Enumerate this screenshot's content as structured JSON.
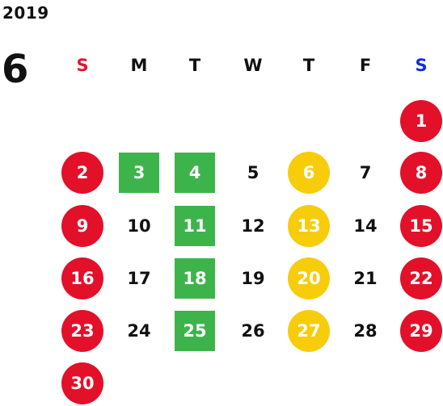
{
  "calendar": {
    "year": "2019",
    "month": "6",
    "weekdays": [
      {
        "label": "S",
        "color": "#e8112d"
      },
      {
        "label": "M",
        "color": "#111111"
      },
      {
        "label": "T",
        "color": "#111111"
      },
      {
        "label": "W",
        "color": "#111111"
      },
      {
        "label": "T",
        "color": "#111111"
      },
      {
        "label": "F",
        "color": "#111111"
      },
      {
        "label": "S",
        "color": "#1030e0"
      }
    ],
    "colors": {
      "holiday": "#e3102a",
      "green": "#3cb44b",
      "yellow": "#f7cc0b",
      "text": "#111111"
    },
    "days": [
      {
        "n": "1",
        "col": 6,
        "row": 0,
        "mark": "holiday"
      },
      {
        "n": "2",
        "col": 0,
        "row": 1,
        "mark": "holiday"
      },
      {
        "n": "3",
        "col": 1,
        "row": 1,
        "mark": "green"
      },
      {
        "n": "4",
        "col": 2,
        "row": 1,
        "mark": "green"
      },
      {
        "n": "5",
        "col": 3,
        "row": 1,
        "mark": ""
      },
      {
        "n": "6",
        "col": 4,
        "row": 1,
        "mark": "yellow"
      },
      {
        "n": "7",
        "col": 5,
        "row": 1,
        "mark": ""
      },
      {
        "n": "8",
        "col": 6,
        "row": 1,
        "mark": "holiday"
      },
      {
        "n": "9",
        "col": 0,
        "row": 2,
        "mark": "holiday"
      },
      {
        "n": "10",
        "col": 1,
        "row": 2,
        "mark": ""
      },
      {
        "n": "11",
        "col": 2,
        "row": 2,
        "mark": "green"
      },
      {
        "n": "12",
        "col": 3,
        "row": 2,
        "mark": ""
      },
      {
        "n": "13",
        "col": 4,
        "row": 2,
        "mark": "yellow"
      },
      {
        "n": "14",
        "col": 5,
        "row": 2,
        "mark": ""
      },
      {
        "n": "15",
        "col": 6,
        "row": 2,
        "mark": "holiday"
      },
      {
        "n": "16",
        "col": 0,
        "row": 3,
        "mark": "holiday"
      },
      {
        "n": "17",
        "col": 1,
        "row": 3,
        "mark": ""
      },
      {
        "n": "18",
        "col": 2,
        "row": 3,
        "mark": "green"
      },
      {
        "n": "19",
        "col": 3,
        "row": 3,
        "mark": ""
      },
      {
        "n": "20",
        "col": 4,
        "row": 3,
        "mark": "yellow"
      },
      {
        "n": "21",
        "col": 5,
        "row": 3,
        "mark": ""
      },
      {
        "n": "22",
        "col": 6,
        "row": 3,
        "mark": "holiday"
      },
      {
        "n": "23",
        "col": 0,
        "row": 4,
        "mark": "holiday"
      },
      {
        "n": "24",
        "col": 1,
        "row": 4,
        "mark": ""
      },
      {
        "n": "25",
        "col": 2,
        "row": 4,
        "mark": "green"
      },
      {
        "n": "26",
        "col": 3,
        "row": 4,
        "mark": ""
      },
      {
        "n": "27",
        "col": 4,
        "row": 4,
        "mark": "yellow"
      },
      {
        "n": "28",
        "col": 5,
        "row": 4,
        "mark": ""
      },
      {
        "n": "29",
        "col": 6,
        "row": 4,
        "mark": "holiday"
      },
      {
        "n": "30",
        "col": 0,
        "row": 5,
        "mark": "holiday"
      }
    ]
  }
}
